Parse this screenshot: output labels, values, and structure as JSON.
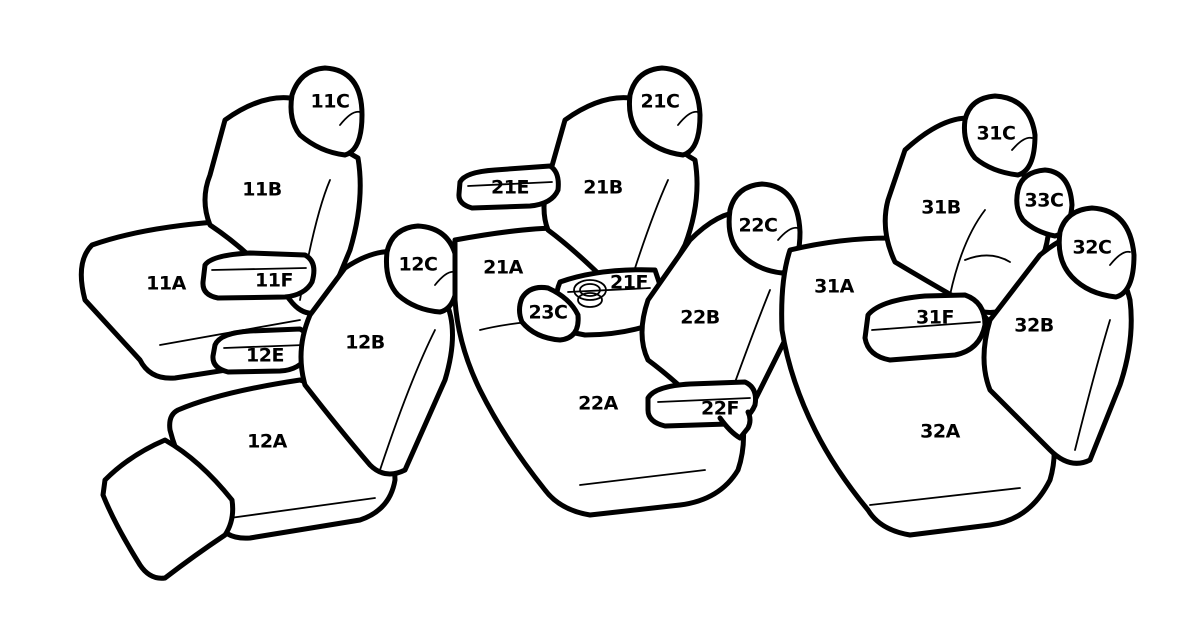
{
  "labels": {
    "s11A": "11A",
    "s11B": "11B",
    "s11C": "11C",
    "s11F": "11F",
    "s12A": "12A",
    "s12B": "12B",
    "s12C": "12C",
    "s12E": "12E",
    "s21A": "21A",
    "s21B": "21B",
    "s21C": "21C",
    "s21E": "21E",
    "s21F": "21F",
    "s22A": "22A",
    "s22B": "22B",
    "s22C": "22C",
    "s22F": "22F",
    "s23C": "23C",
    "s31A": "31A",
    "s31B": "31B",
    "s31C": "31C",
    "s31F": "31F",
    "s32A": "32A",
    "s32B": "32B",
    "s32C": "32C",
    "s33C": "33C"
  },
  "colors": {
    "line": "#000000",
    "fill": "#ffffff"
  }
}
